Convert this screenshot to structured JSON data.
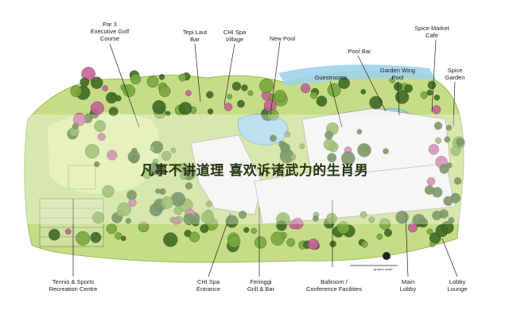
{
  "map": {
    "callouts_top": [
      {
        "id": "par3",
        "text": "Par 3\nExecutive Golf\nCourse"
      },
      {
        "id": "tepi-laut",
        "text": "Tepi Laut\nBar"
      },
      {
        "id": "chi-spa-village",
        "text": "CHI Spa\nVillage"
      },
      {
        "id": "new-pool",
        "text": "New Pool"
      },
      {
        "id": "pool-bar",
        "text": "Pool Bar"
      },
      {
        "id": "spice-market",
        "text": "Spice Market\nCafe"
      },
      {
        "id": "guestrooms",
        "text": "Guestrooms"
      },
      {
        "id": "garden-wing",
        "text": "Garden Wing\nPool"
      },
      {
        "id": "spice-garden",
        "text": "Spice\nGarden"
      }
    ],
    "callouts_bottom": [
      {
        "id": "tennis",
        "text": "Tennis & Sports\nRecreation Centre"
      },
      {
        "id": "chi-spa-entrance",
        "text": "CHI Spa\nEntrance"
      },
      {
        "id": "feringgi",
        "text": "Feringgi\nGrill & Bar"
      },
      {
        "id": "ballroom",
        "text": "Ballroom /\nConference Facilities"
      },
      {
        "id": "main-lobby",
        "text": "Main\nLobby"
      },
      {
        "id": "lobby-lounge",
        "text": "Lobby\nLounge"
      }
    ],
    "scale_label": "graphic scale"
  },
  "overlay": {
    "text": "凡事不讲道理 喜欢诉诸武力的生肖男"
  },
  "colors": {
    "lawn": "#c6dc86",
    "lawn_light": "#dcea9e",
    "tree_dark": "#3f6a25",
    "tree_mid": "#79a93c",
    "water": "#9fd1ea",
    "building": "#f2f2f0",
    "pink": "#c8609b"
  }
}
